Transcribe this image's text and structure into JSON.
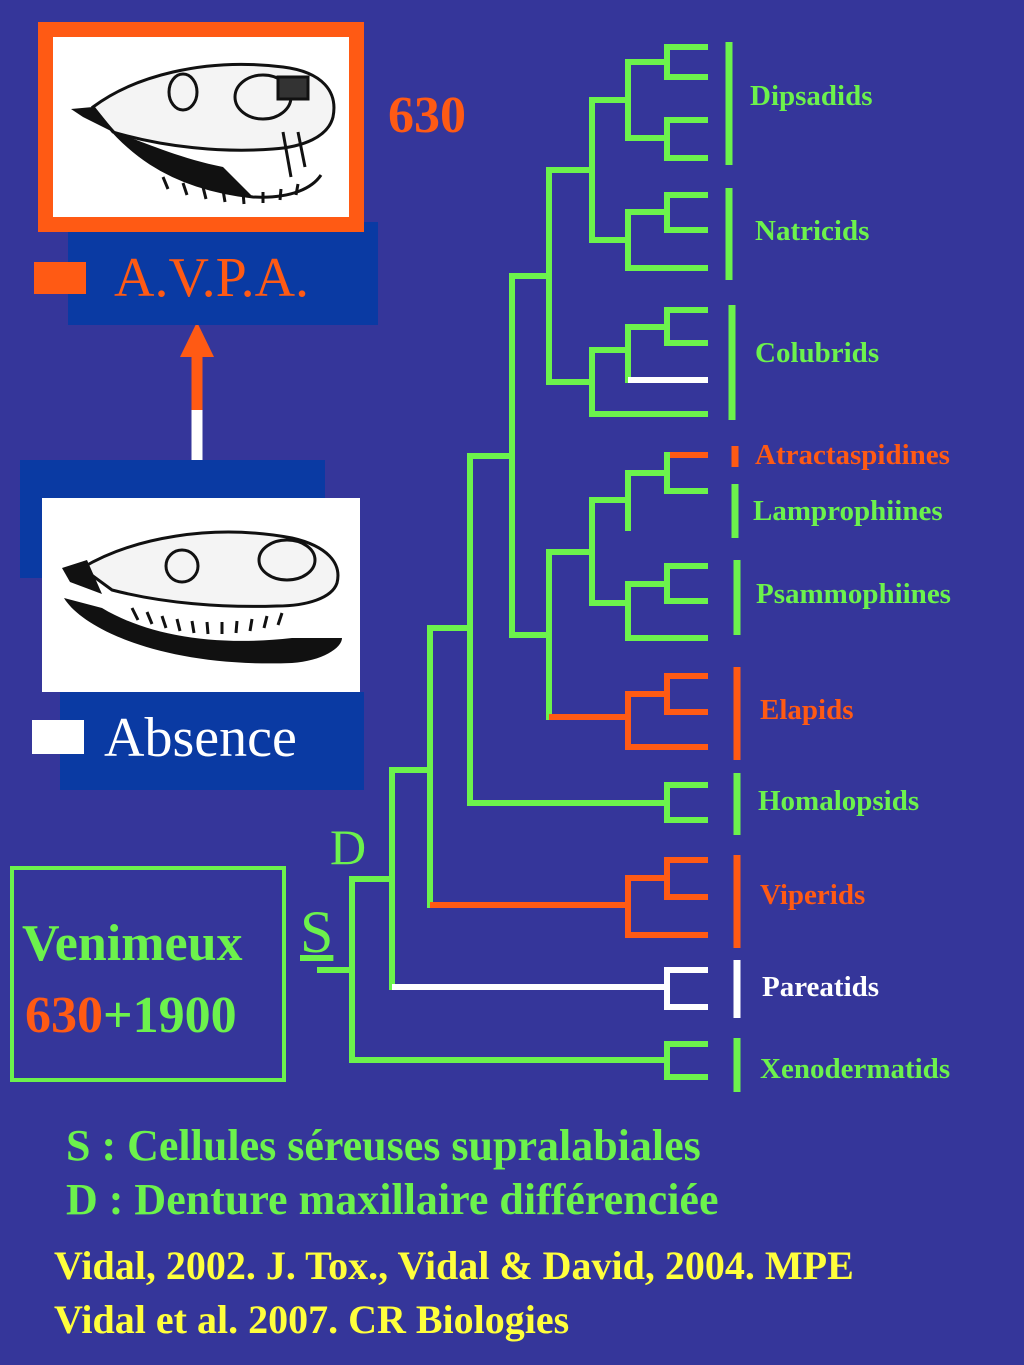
{
  "colors": {
    "background": "#35369a",
    "green": "#6cf24c",
    "orange": "#ff5a14",
    "white": "#ffffff",
    "navy": "#0a3aa3",
    "yellow": "#ffff3c"
  },
  "legend": {
    "count_top": "630",
    "avpa_label": "A.V.P.A.",
    "absence_label": "Absence"
  },
  "tree": {
    "node_d": "D",
    "node_s": "S",
    "taxa": [
      {
        "name": "Dipsadids",
        "color": "green"
      },
      {
        "name": "Natricids",
        "color": "green"
      },
      {
        "name": "Colubrids",
        "color": "green"
      },
      {
        "name": "Atractaspidines",
        "color": "orange"
      },
      {
        "name": "Lamprophiines",
        "color": "green"
      },
      {
        "name": "Psammophiines",
        "color": "green"
      },
      {
        "name": "Elapids",
        "color": "orange"
      },
      {
        "name": "Homalopsids",
        "color": "green"
      },
      {
        "name": "Viperids",
        "color": "orange"
      },
      {
        "name": "Pareatids",
        "color": "white"
      },
      {
        "name": "Xenodermatids",
        "color": "green"
      }
    ]
  },
  "venomous_box": {
    "title": "Venimeux",
    "count_a": "630",
    "plus": "+",
    "count_b": "1900"
  },
  "footnotes": {
    "s_def": "S : Cellules séreuses supralabiales",
    "d_def": "D : Denture maxillaire différenciée",
    "ref1": "Vidal, 2002. J. Tox., Vidal & David, 2004. MPE",
    "ref2": "Vidal et al. 2007. CR Biologies"
  }
}
